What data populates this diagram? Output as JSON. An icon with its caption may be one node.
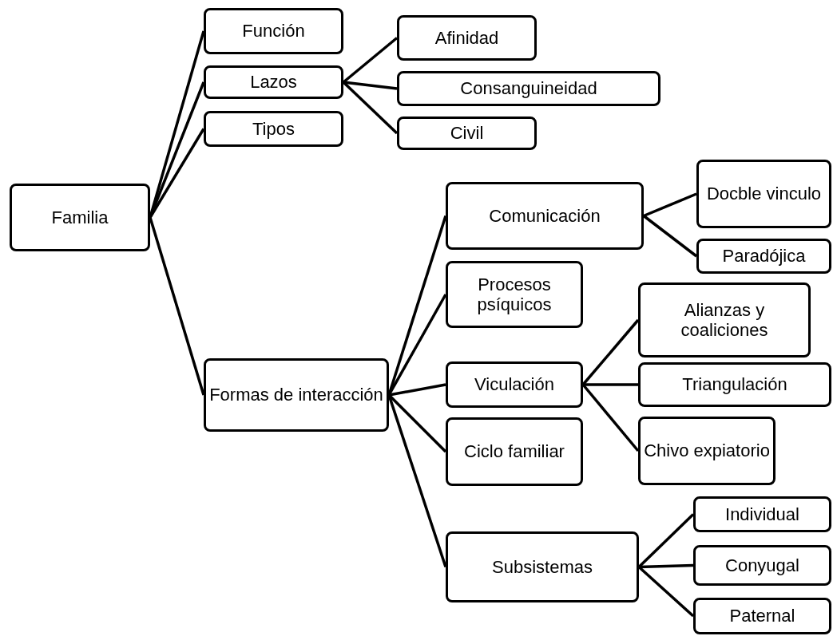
{
  "diagram": {
    "nodes": [
      {
        "text": [
          "Familia"
        ]
      },
      {
        "text": [
          "Función"
        ]
      },
      {
        "text": [
          "Lazos"
        ]
      },
      {
        "text": [
          "Tipos"
        ]
      },
      {
        "text": [
          "Afinidad"
        ]
      },
      {
        "text": [
          "Consanguineidad"
        ]
      },
      {
        "text": [
          "Civil"
        ]
      },
      {
        "text": [
          "Formas de interacción"
        ]
      },
      {
        "text": [
          "Comunicación"
        ]
      },
      {
        "text": [
          "Docble vinculo"
        ]
      },
      {
        "text": [
          "Paradójica"
        ]
      },
      {
        "text": [
          "Procesos psíquicos"
        ]
      },
      {
        "text": [
          "Alianzas y coaliciones"
        ]
      },
      {
        "text": [
          "Viculación"
        ]
      },
      {
        "text": [
          "Triangulación"
        ]
      },
      {
        "text": [
          "Chivo expiatorio"
        ]
      },
      {
        "text": [
          "Ciclo familiar"
        ]
      },
      {
        "text": [
          "Subsistemas"
        ]
      },
      {
        "text": [
          "Individual"
        ]
      },
      {
        "text": [
          "Conyugal"
        ]
      },
      {
        "text": [
          "Paternal"
        ]
      }
    ],
    "edges": [
      {
        "from": 0,
        "to": 1,
        "arrow": "none"
      },
      {
        "from": 0,
        "to": 2,
        "arrow": "none"
      },
      {
        "from": 0,
        "to": 3,
        "arrow": "none"
      },
      {
        "from": 0,
        "to": 7,
        "arrow": "none"
      },
      {
        "from": 2,
        "to": 4,
        "arrow": "none"
      },
      {
        "from": 2,
        "to": 5,
        "arrow": "none"
      },
      {
        "from": 2,
        "to": 6,
        "arrow": "none"
      },
      {
        "from": 7,
        "to": 8,
        "arrow": "none"
      },
      {
        "from": 7,
        "to": 11,
        "arrow": "none"
      },
      {
        "from": 7,
        "to": 13,
        "arrow": "none"
      },
      {
        "from": 7,
        "to": 16,
        "arrow": "none"
      },
      {
        "from": 7,
        "to": 17,
        "arrow": "none"
      },
      {
        "from": 8,
        "to": 9,
        "arrow": "none"
      },
      {
        "from": 8,
        "to": 10,
        "arrow": "none"
      },
      {
        "from": 13,
        "to": 12,
        "arrow": "none"
      },
      {
        "from": 13,
        "to": 14,
        "arrow": "none"
      },
      {
        "from": 13,
        "to": 15,
        "arrow": "none"
      },
      {
        "from": 17,
        "to": 18,
        "arrow": "none"
      },
      {
        "from": 17,
        "to": 19,
        "arrow": "none"
      },
      {
        "from": 17,
        "to": 20,
        "arrow": "none"
      }
    ]
  }
}
